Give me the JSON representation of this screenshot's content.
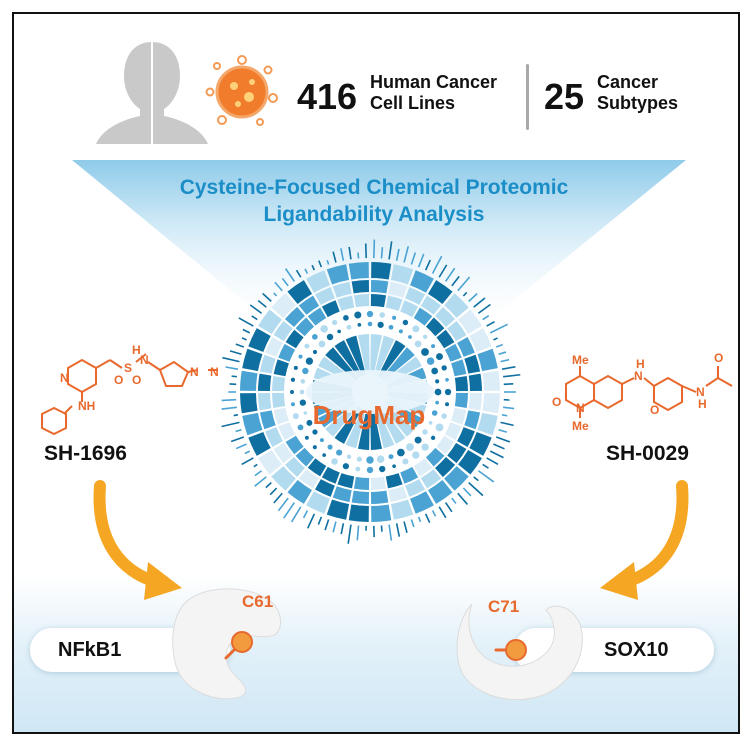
{
  "stats": {
    "cell_lines": {
      "value": "416",
      "label_line1": "Human Cancer",
      "label_line2": "Cell Lines"
    },
    "subtypes": {
      "value": "25",
      "label_line1": "Cancer",
      "label_line2": "Subtypes"
    }
  },
  "analysis_title": {
    "line1": "Cysteine-Focused Chemical Proteomic",
    "line2": "Ligandability Analysis"
  },
  "center_label": "DrugMap",
  "compounds": {
    "left": {
      "name": "SH-1696",
      "atoms": {
        "n1": "N",
        "nh": "NH",
        "s": "S",
        "o1": "O",
        "o2": "O",
        "h": "H",
        "n2": "N",
        "n3": "N",
        "n4": "N"
      }
    },
    "right": {
      "name": "SH-0029",
      "atoms": {
        "me1": "Me",
        "me2": "Me",
        "o1": "O",
        "n1": "N",
        "h1": "H",
        "n2": "N",
        "o2": "O",
        "n3": "N",
        "h2": "H",
        "o3": "O"
      }
    }
  },
  "targets": {
    "left": {
      "protein": "NFkB1",
      "site": "C61"
    },
    "right": {
      "protein": "SOX10",
      "site": "C71"
    }
  },
  "colors": {
    "accent_orange": "#e8692d",
    "title_blue": "#1b8ec7",
    "ring_dark": "#0e6fa0",
    "ring_mid": "#4aa3d3",
    "ring_light": "#b3dbef",
    "arrow": "#f5a623"
  },
  "icons": {
    "person": "person-silhouette-icon",
    "cancer_cell": "cancer-cell-icon"
  }
}
